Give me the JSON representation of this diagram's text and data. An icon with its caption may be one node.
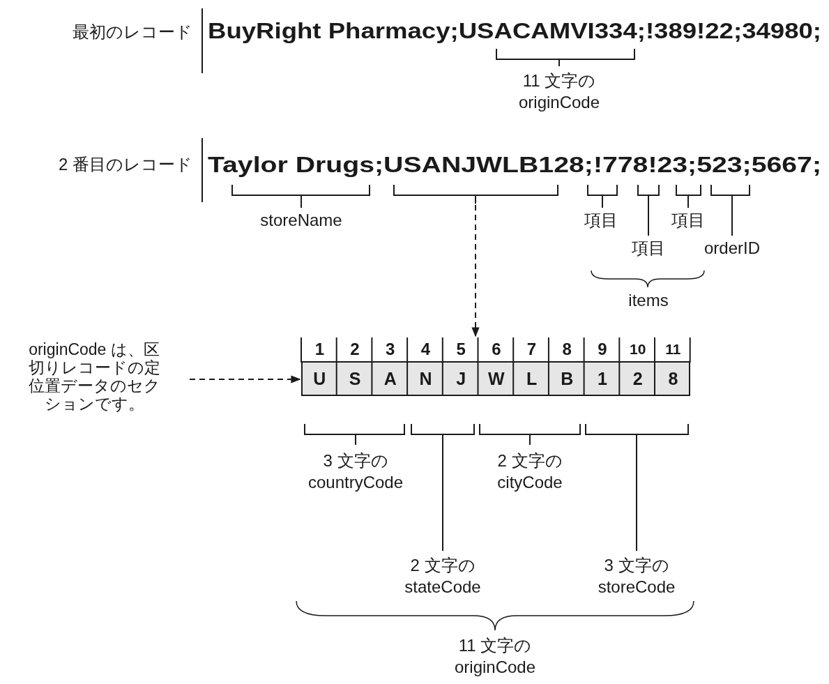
{
  "diagram": {
    "nodes": [
      {
        "text": [
          "originCode は、区切りレコードの定位置データのセクションです。"
        ]
      },
      {
        "text": [],
        "shape": "box"
      },
      {
        "text": [],
        "shape": "bracket"
      }
    ],
    "edges": [
      {
        "from": 2,
        "to": 1,
        "arrow": "to",
        "style": "dashed"
      },
      {
        "from": 0,
        "to": 1,
        "arrow": "to",
        "style": "dashed"
      }
    ],
    "labels": [
      "最初のレコード",
      "BuyRight Pharmacy;USACAMVI334;!389!22;34980;",
      "11 文字の originCode",
      "2 番目のレコード",
      "Taylor Drugs;USANJWLB128;!778!23;523;5667;",
      "storeName",
      "項目",
      "項目",
      "項目",
      "orderID",
      "items",
      "1",
      "2",
      "3",
      "4",
      "5",
      "6",
      "7",
      "8",
      "9",
      "10",
      "11",
      "U",
      "S",
      "A",
      "N",
      "J",
      "W",
      "L",
      "B",
      "1",
      "2",
      "8",
      "3 文字の countryCode",
      "2 文字の cityCode",
      "2 文字の stateCode",
      "3 文字の storeCode",
      "11 文字の originCode"
    ]
  }
}
